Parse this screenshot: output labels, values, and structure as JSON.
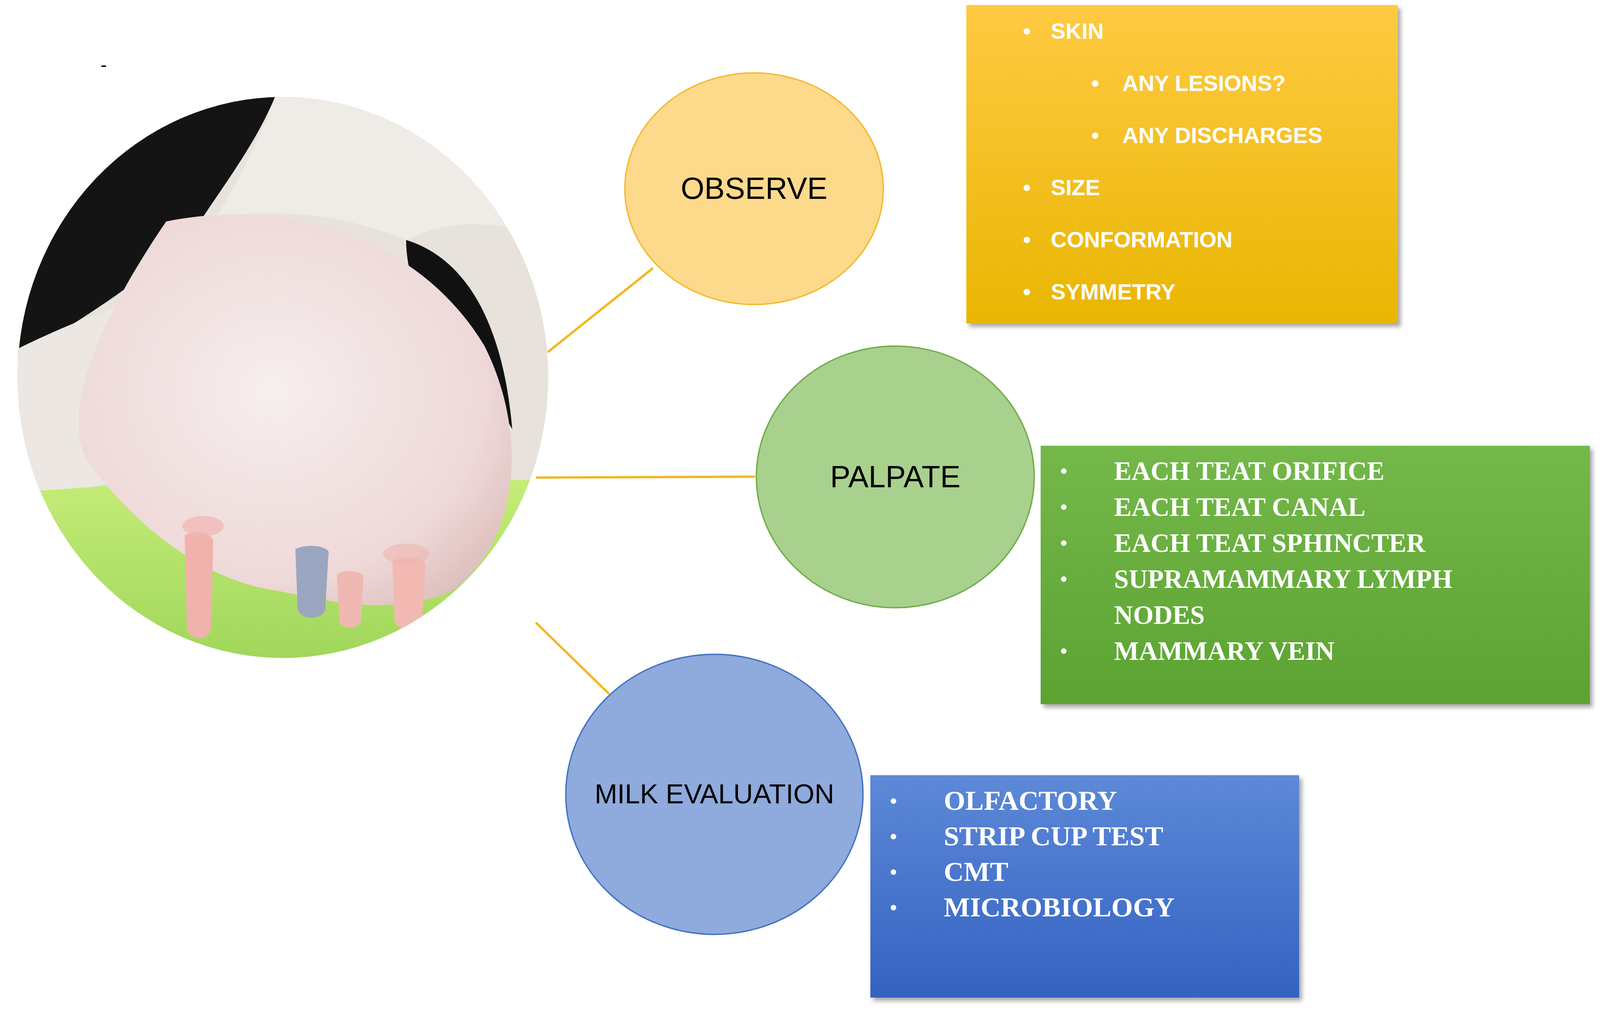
{
  "diagram": {
    "nodes": [
      {
        "text": [
          "OBSERVE"
        ]
      },
      {
        "text": [
          "SKIN",
          "ANY LESIONS?",
          "ANY DISCHARGES",
          "SIZE",
          "CONFORMATION",
          "SYMMETRY"
        ]
      },
      {
        "text": [
          "PALPATE"
        ]
      },
      {
        "text": [
          "EACH TEAT ORIFICE",
          "EACH TEAT CANAL",
          "EACH TEAT SPHINCTER",
          "SUPRAMAMMARY LYMPH NODES",
          "MAMMARY VEIN"
        ]
      },
      {
        "text": [
          "MILK EVALUATION"
        ]
      },
      {
        "text": [
          "OLFACTORY",
          "STRIP CUP TEST",
          "CMT",
          "MICROBIOLOGY"
        ]
      }
    ],
    "labels": [
      "-"
    ]
  }
}
